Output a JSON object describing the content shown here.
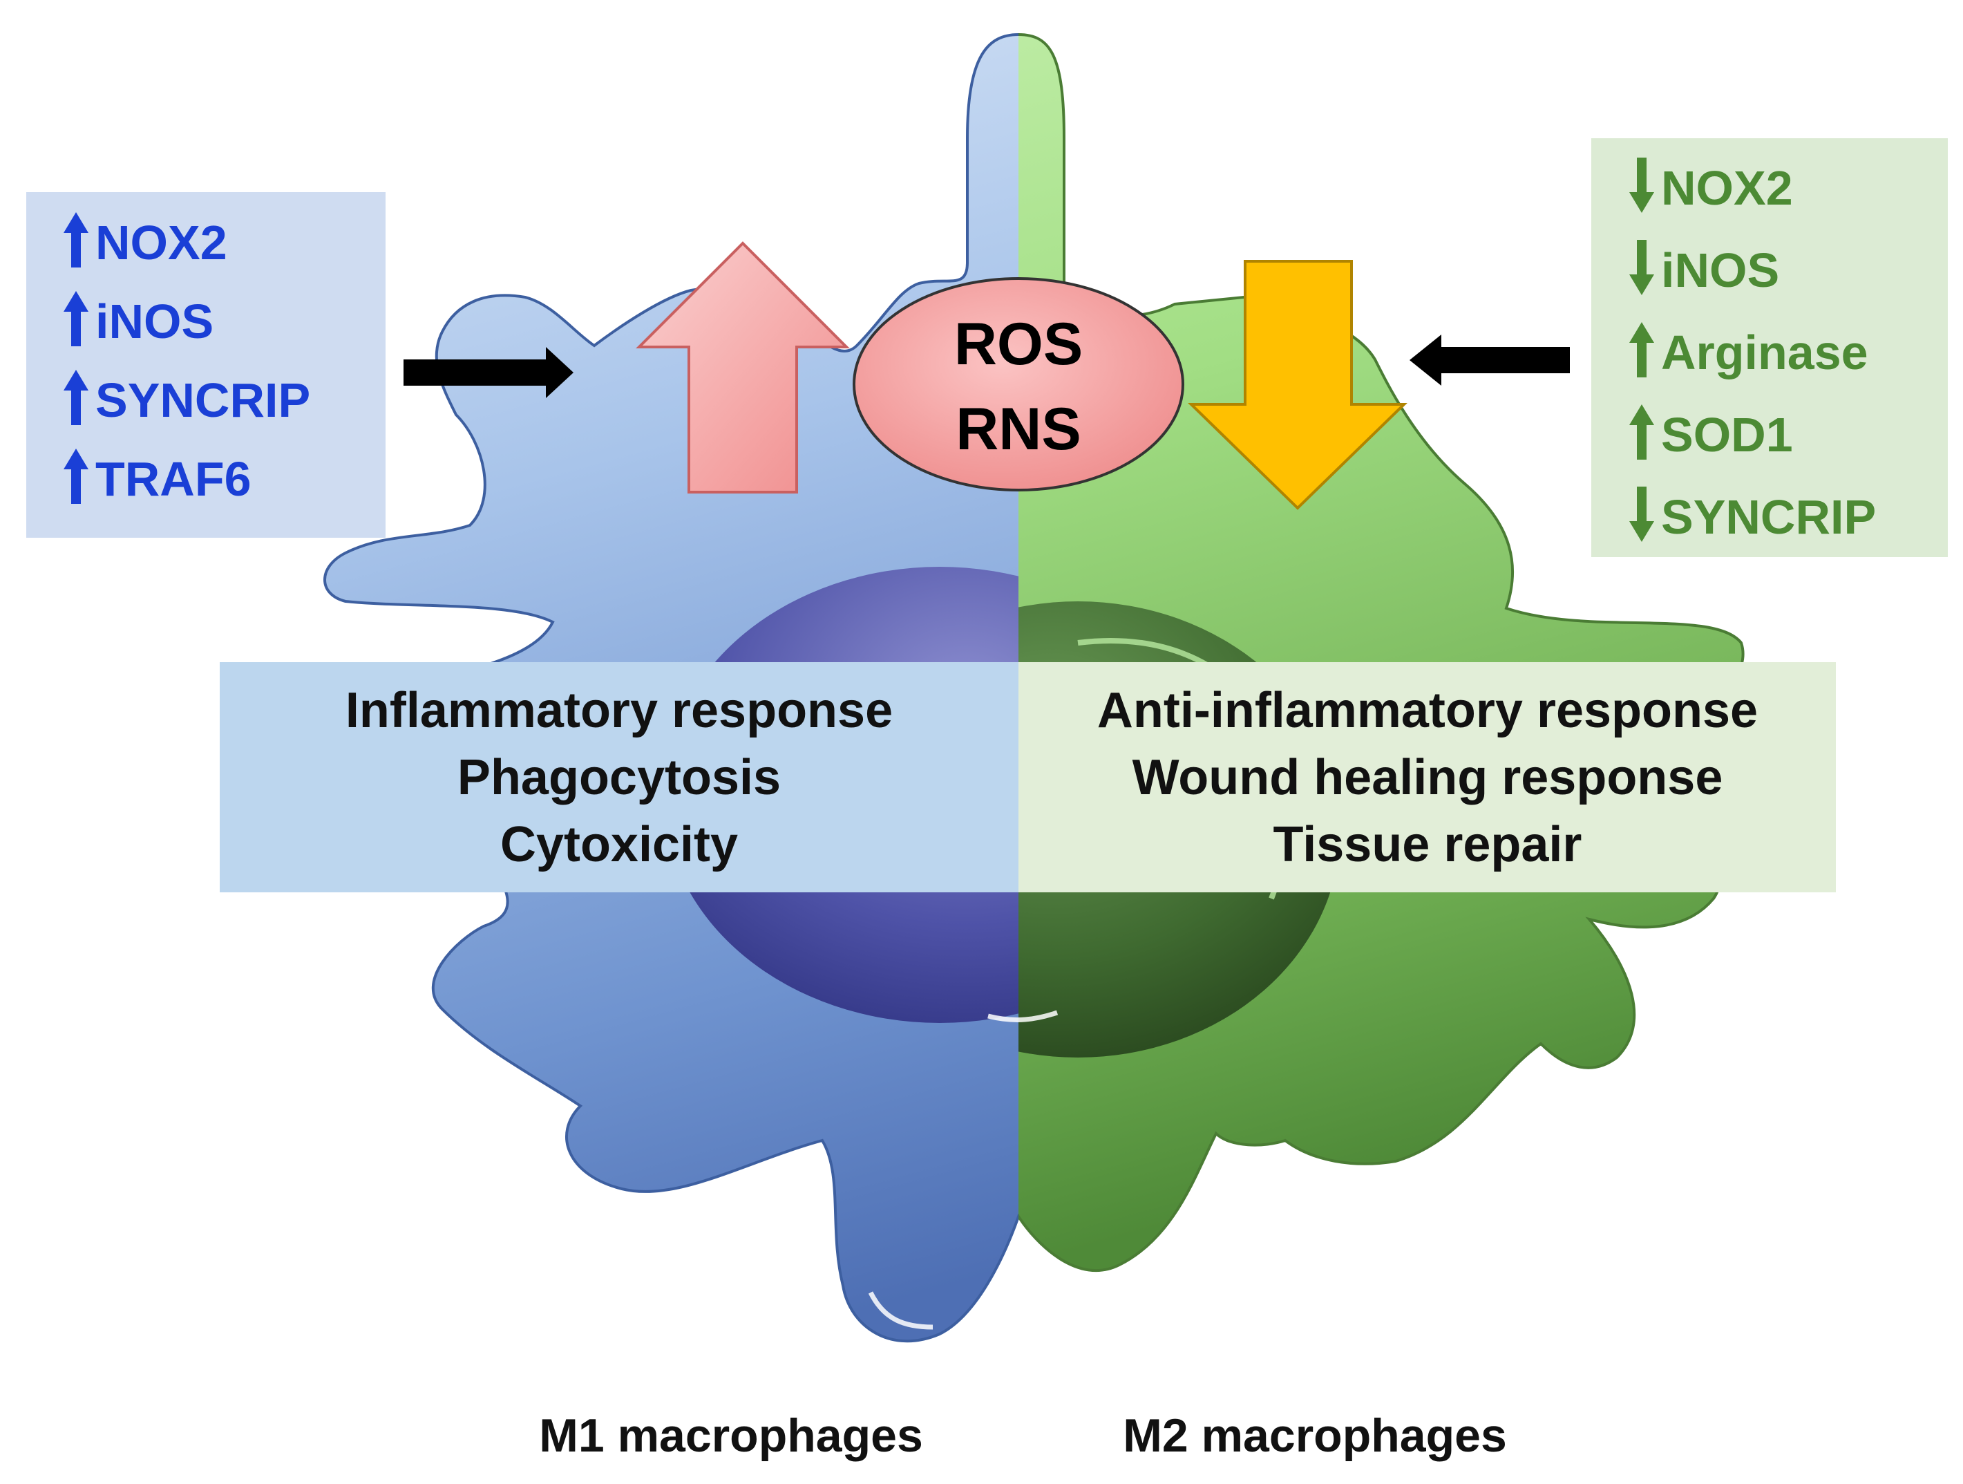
{
  "left_panel": {
    "colors": {
      "text": "#1a3fd6",
      "background": "#cfdcf1"
    },
    "items": [
      {
        "direction": "up",
        "label": "NOX2"
      },
      {
        "direction": "up",
        "label": "iNOS"
      },
      {
        "direction": "up",
        "label": "SYNCRIP"
      },
      {
        "direction": "up",
        "label": "TRAF6"
      }
    ]
  },
  "right_panel": {
    "colors": {
      "text": "#4c8a34",
      "background": "#dcebd4"
    },
    "items": [
      {
        "direction": "down",
        "label": "NOX2"
      },
      {
        "direction": "down",
        "label": "iNOS"
      },
      {
        "direction": "up",
        "label": "Arginase"
      },
      {
        "direction": "up",
        "label": "SOD1"
      },
      {
        "direction": "down",
        "label": "SYNCRIP"
      }
    ]
  },
  "center_oval": {
    "line1": "ROS",
    "line2": "RNS",
    "color": "#f08a8a"
  },
  "m1_box": {
    "lines": [
      "Inflammatory response",
      "Phagocytosis",
      "Cytoxicity"
    ]
  },
  "m2_box": {
    "lines": [
      "Anti-inflammatory response",
      "Wound healing response",
      "Tissue repair"
    ]
  },
  "captions": {
    "m1": "M1 macrophages",
    "m2": "M2 macrophages"
  },
  "colors": {
    "m1_cell": "#7ea5d8",
    "m2_cell": "#8fca72",
    "up_arrow": "#f5a3a3",
    "down_arrow": "#ffc000",
    "black_arrow": "#000000"
  },
  "icons": {
    "up": "arrow-up-icon",
    "down": "arrow-down-icon"
  }
}
